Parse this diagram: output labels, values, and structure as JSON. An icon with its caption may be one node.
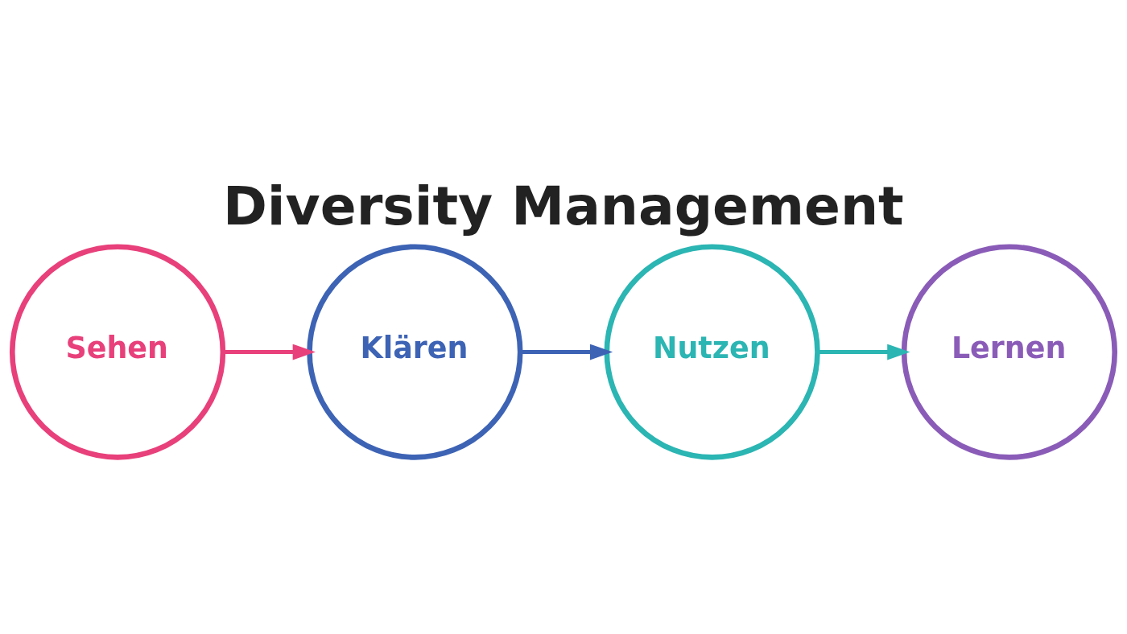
{
  "diagram": {
    "title": "Diversity Management",
    "nodes": [
      {
        "text": [
          "Sehen"
        ]
      },
      {
        "text": [
          "Klären"
        ]
      },
      {
        "text": [
          "Nutzen"
        ]
      },
      {
        "text": [
          "Lernen"
        ]
      }
    ],
    "edges": [
      {
        "from": 0,
        "to": 1,
        "arrow": "to",
        "color": "#e8407a"
      },
      {
        "from": 1,
        "to": 2,
        "arrow": "to",
        "color": "#3d63b5"
      },
      {
        "from": 2,
        "to": 3,
        "arrow": "to",
        "color": "#2bb5b3"
      }
    ]
  }
}
